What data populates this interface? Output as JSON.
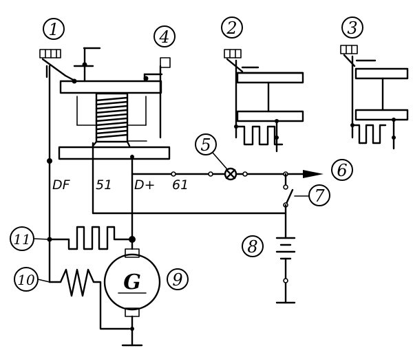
{
  "callouts": [
    "1",
    "2",
    "3",
    "4",
    "5",
    "6",
    "7",
    "8",
    "9",
    "10",
    "11"
  ],
  "terminals": {
    "df": "DF",
    "t51": "51",
    "dplus": "D+",
    "t61": "61"
  },
  "generator_symbol": "G"
}
